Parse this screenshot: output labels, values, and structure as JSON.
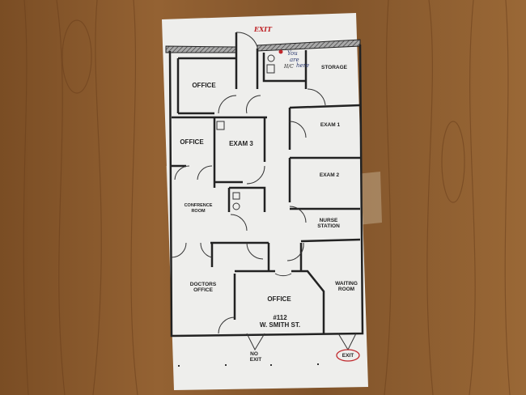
{
  "handwritten": {
    "exit_top": "EXIT",
    "you": "You",
    "are": "are",
    "here": "here",
    "hc": "H/C"
  },
  "rooms": {
    "storage": "STORAGE",
    "office_top": "OFFICE",
    "office_left": "OFFICE",
    "exam3": "EXAM 3",
    "exam1": "EXAM 1",
    "exam2": "EXAM 2",
    "conference_1": "CONFRENCE",
    "conference_2": "ROOM",
    "nurse_1": "NURSE",
    "nurse_2": "STATION",
    "doctors_1": "DOCTORS",
    "doctors_2": "OFFICE",
    "office_main": "OFFICE",
    "waiting_1": "WAITING",
    "waiting_2": "ROOM"
  },
  "address": {
    "number": "#112",
    "street": "W. SMITH ST."
  },
  "exits": {
    "no_exit_1": "NO",
    "no_exit_2": "EXIT",
    "exit_bottom": "EXIT"
  },
  "colors": {
    "wood": "#8a5a2c",
    "paper": "#eeeeec",
    "marker_red": "#c0282c"
  }
}
